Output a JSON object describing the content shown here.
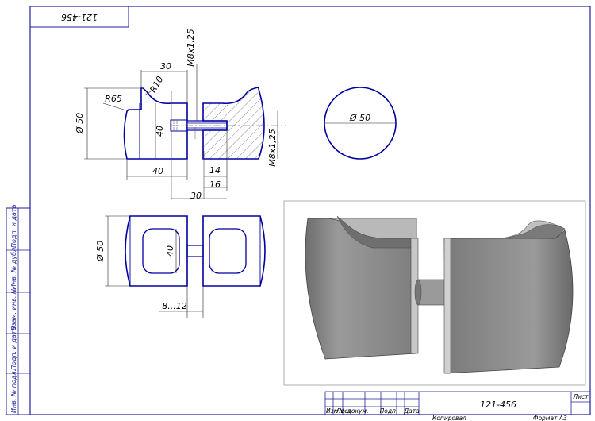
{
  "drawing": {
    "code": "121-456",
    "title_code": "121-456",
    "sheet_label": "Лист",
    "copied_label": "Копировал",
    "format_label": "Формат А3",
    "table_headers": [
      "Изм",
      "Лист",
      "№ докум.",
      "Подп.",
      "Дата"
    ],
    "side_labels": [
      "Инв. № подл.",
      "Подп. и дата",
      "Взам. инв. №",
      "Инв. № дубл.",
      "Подп. и дата"
    ]
  },
  "dimensions": {
    "top_30": "30",
    "r10": "R10",
    "thread_top": "M8x1,25",
    "r65": "R65",
    "dia50_front": "Ø 50",
    "h40_front": "40",
    "w40_front": "40",
    "d14": "14",
    "d16": "16",
    "d30_bottom": "30",
    "thread_right": "M8x1,25",
    "circle_dia": "Ø 50",
    "dia50_bottom": "Ø 50",
    "h40_bottom": "40",
    "gap": "8...12"
  },
  "colors": {
    "outline": "#0000a0",
    "frame": "#2020a0",
    "body3d": "#8a8a8a"
  }
}
